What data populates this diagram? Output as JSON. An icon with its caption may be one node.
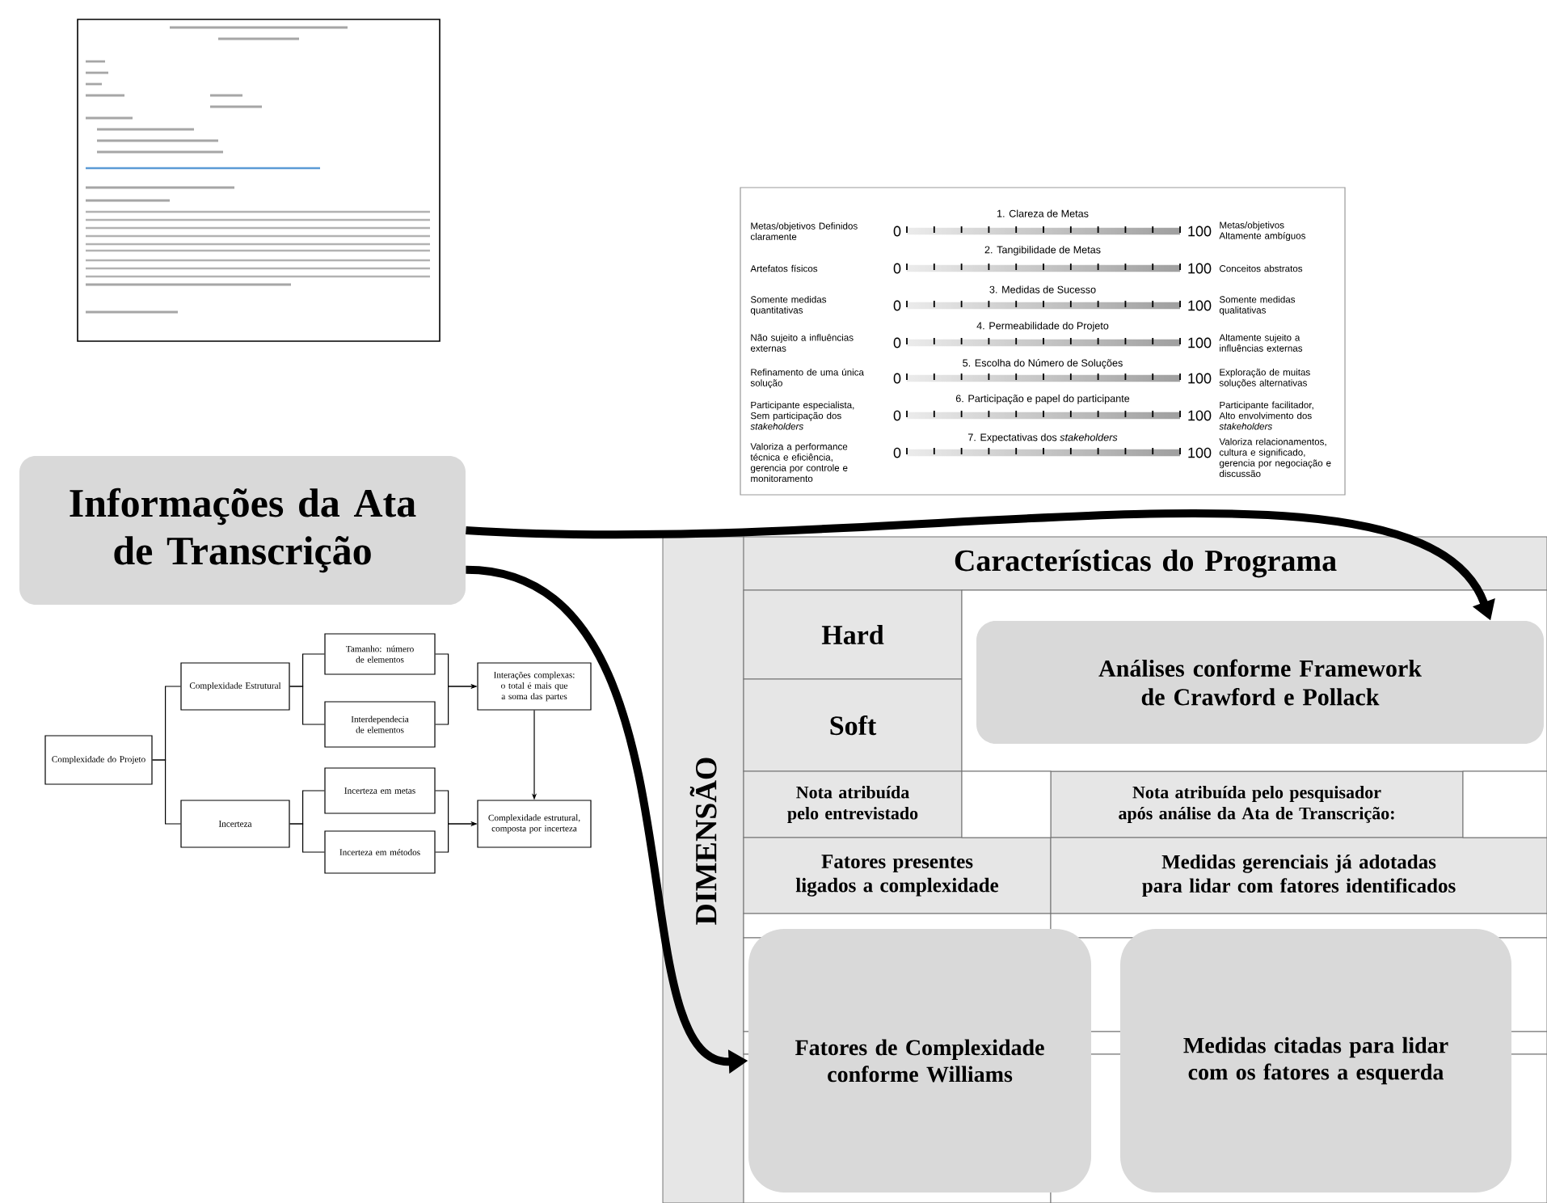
{
  "diagram": {
    "nodes": [
      {
        "text": [
          "Informações da Ata de Transcrição"
        ]
      },
      {
        "text": [
          "Complexidade do Projeto"
        ]
      },
      {
        "text": [
          "Complexidade Estrutural"
        ]
      },
      {
        "text": [
          "Incerteza"
        ]
      },
      {
        "text": [
          "Tamanho: número de elementos"
        ]
      },
      {
        "text": [
          "Interdependecia de elementos"
        ]
      },
      {
        "text": [
          "Incerteza em metas"
        ]
      },
      {
        "text": [
          "Incerteza em métodos"
        ]
      },
      {
        "text": [
          "Interações complexas: o total é mais que a soma das partes"
        ]
      },
      {
        "text": [
          "Complexidade estrutural, composta por incerteza"
        ]
      },
      {
        "text": [
          "Análises conforme Framework de Crawford e Pollack"
        ]
      },
      {
        "text": [
          "Fatores de Complexidade conforme Williams"
        ]
      },
      {
        "text": [
          "Medidas citadas para lidar com os fatores a esquerda"
        ]
      }
    ],
    "edges": [
      {
        "from": 0,
        "to": 10,
        "arrow": "to",
        "style": "thick"
      },
      {
        "from": 0,
        "to": 11,
        "arrow": "to",
        "style": "thick"
      },
      {
        "from": 1,
        "to": 2,
        "arrow": "none"
      },
      {
        "from": 1,
        "to": 3,
        "arrow": "none"
      },
      {
        "from": 2,
        "to": 4,
        "arrow": "none"
      },
      {
        "from": 2,
        "to": 5,
        "arrow": "none"
      },
      {
        "from": 3,
        "to": 6,
        "arrow": "none"
      },
      {
        "from": 3,
        "to": 7,
        "arrow": "none"
      },
      {
        "from": 4,
        "to": 8,
        "arrow": "to"
      },
      {
        "from": 5,
        "to": 8,
        "arrow": "to"
      },
      {
        "from": 6,
        "to": 9,
        "arrow": "to"
      },
      {
        "from": 7,
        "to": 9,
        "arrow": "to"
      },
      {
        "from": 8,
        "to": 9,
        "arrow": "to"
      }
    ],
    "labels": [
      "1. Clareza de Metas",
      "Metas/objetivos Definidos claramente",
      "0",
      "100",
      "Metas/objetivos Altamente ambíguos",
      "2. Tangibilidade de Metas",
      "Artefatos físicos",
      "0",
      "100",
      "Conceitos abstratos",
      "3. Medidas de Sucesso",
      "Somente medidas quantitativas",
      "0",
      "100",
      "Somente medidas qualitativas",
      "4. Permeabilidade do Projeto",
      "Não sujeito a influências externas",
      "0",
      "100",
      "Altamente sujeito a influências externas",
      "5. Escolha do Número de Soluções",
      "Refinamento de uma única solução",
      "0",
      "100",
      "Exploração de muitas soluções alternativas",
      "6. Participação e papel do participante",
      "Participante especialista, Sem participação dos *stakeholders*",
      "0",
      "100",
      "Participante facilitador, Alto envolvimento dos *stakeholders*",
      "7. Expectativas dos *stakeholders*",
      "Valoriza a performance técnica e eficiência, gerencia por controle e monitoramento",
      "0",
      "100",
      "Valoriza relacionamentos, cultura e significado, gerencia por negociação e discussão",
      "Características do Programa",
      "Hard",
      "Soft",
      "DIMENSÃO",
      "Nota atribuída pelo entrevistado",
      "Nota atribuída pelo pesquisador após análise da Ata de Transcrição:",
      "Fatores presentes ligados a complexidade",
      "Medidas gerenciais já adotadas para lidar com fatores identificados"
    ]
  }
}
